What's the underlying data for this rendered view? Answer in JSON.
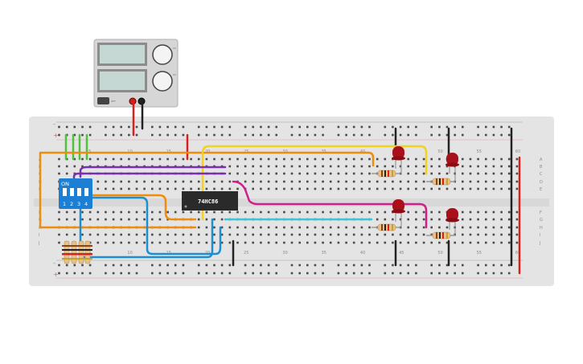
{
  "breadboard": {
    "column_labels": [
      "5",
      "10",
      "15",
      "20",
      "25",
      "30",
      "35",
      "40",
      "45",
      "50",
      "55",
      "60"
    ],
    "row_labels_top": [
      "A",
      "B",
      "C",
      "D",
      "E"
    ],
    "row_labels_bottom": [
      "F",
      "G",
      "H",
      "I",
      "J"
    ],
    "rail_plus": "+",
    "rail_minus": "-"
  },
  "chip": {
    "label": "74HC86"
  },
  "dip_switch": {
    "on_label": "ON",
    "numbers": [
      "1",
      "2",
      "3",
      "4"
    ]
  },
  "power_supply": {
    "knob_top_label": "CC",
    "knob_bottom_label": "CV",
    "button_label": "OFF"
  },
  "colors": {
    "board": "#e4e4e4",
    "orange": "#f08c0c",
    "yellow": "#f2d21a",
    "purple": "#7a2fb0",
    "magenta": "#d21d8c",
    "blue": "#1b8fd2",
    "cyan": "#38c6d8",
    "green": "#4ec23b",
    "red": "#d8201f",
    "black": "#222222",
    "led": "#a8101a",
    "chip": "#2a2a2a",
    "dip": "#1c7fd4"
  }
}
